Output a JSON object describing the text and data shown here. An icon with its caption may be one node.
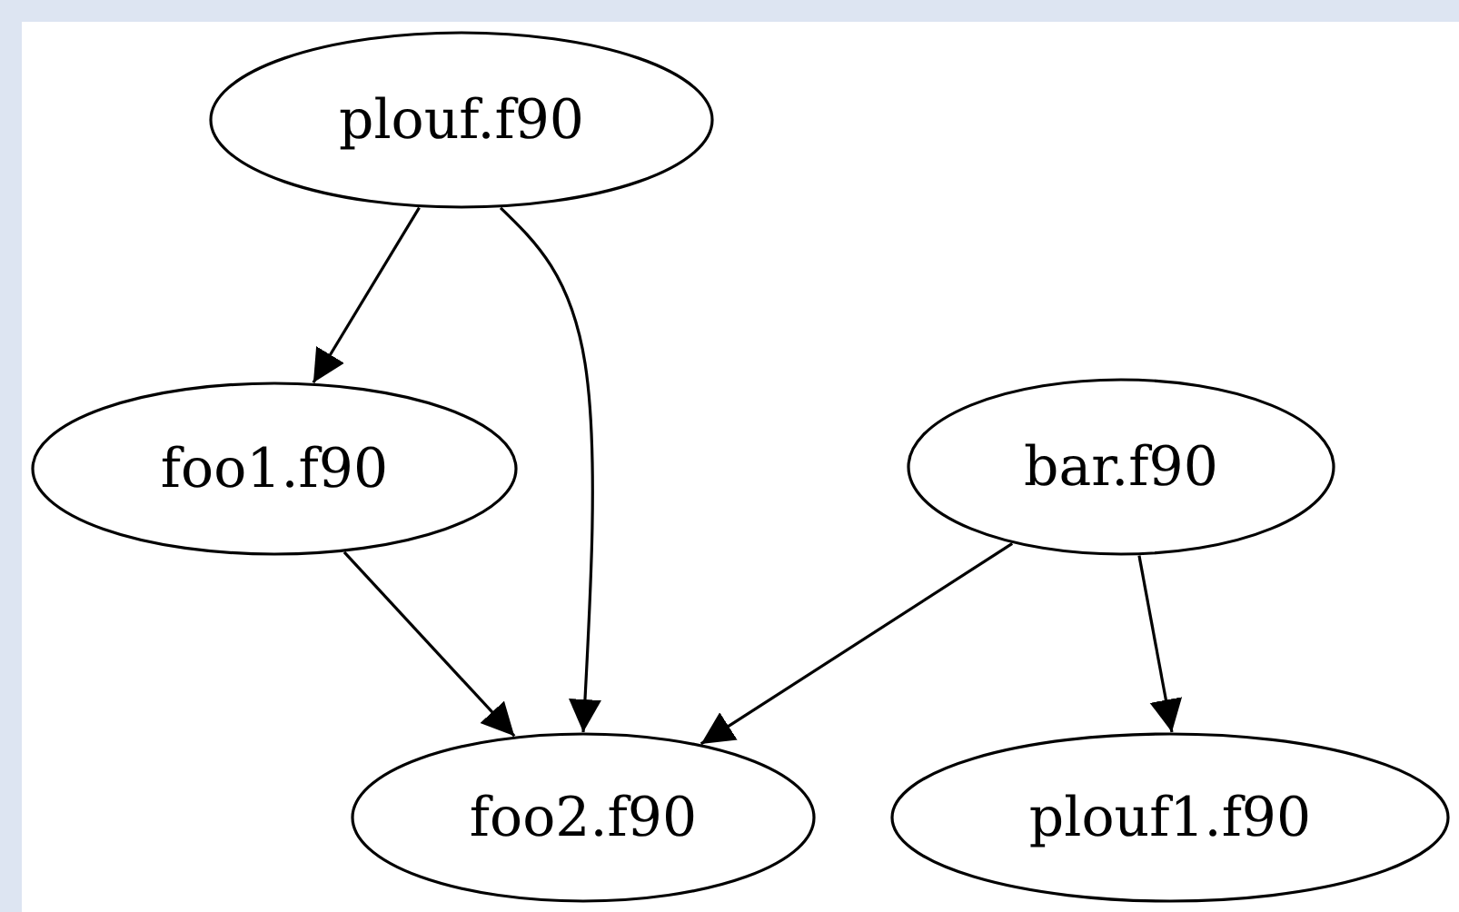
{
  "diagram": {
    "nodes": [
      {
        "text": [
          "plouf.f90"
        ]
      },
      {
        "text": [
          "foo1.f90"
        ]
      },
      {
        "text": [
          "bar.f90"
        ]
      },
      {
        "text": [
          "foo2.f90"
        ]
      },
      {
        "text": [
          "plouf1.f90"
        ]
      }
    ],
    "edges": [
      {
        "from": 0,
        "to": 1,
        "arrow": "to"
      },
      {
        "from": 0,
        "to": 3,
        "arrow": "to"
      },
      {
        "from": 1,
        "to": 3,
        "arrow": "to"
      },
      {
        "from": 2,
        "to": 3,
        "arrow": "to"
      },
      {
        "from": 2,
        "to": 4,
        "arrow": "to"
      }
    ]
  }
}
